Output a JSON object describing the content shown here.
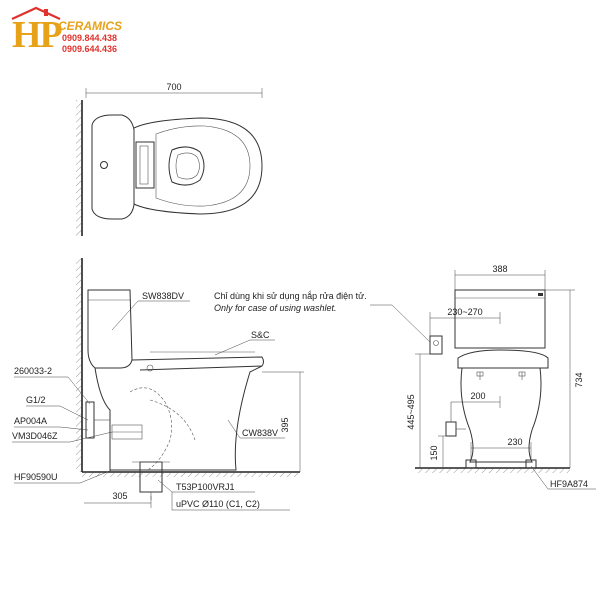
{
  "logo": {
    "mark": "HP",
    "brand": "CERAMICS",
    "phone1": "0909.844.438",
    "phone2": "0909.644.436",
    "colors": {
      "mark": "#e8a21a",
      "phone": "#e0322c"
    }
  },
  "top_view": {
    "width_dim": "700"
  },
  "side_view": {
    "tank_model": "SW838DV",
    "seat_label": "S&C",
    "bowl_model": "CW838V",
    "height_dim": "395",
    "offset_dim": "305",
    "parts": [
      "260033-2",
      "G1/2",
      "AP004A",
      "VM3D046Z",
      "HF90590U"
    ],
    "drain_part": "T53P100VRJ1",
    "drain_spec": "uPVC Ø110 (C1, C2)"
  },
  "note": {
    "vi": "Chỉ dùng khi sử dụng nắp rửa điện tử.",
    "en": "Only for case of using washlet."
  },
  "front_view": {
    "width_dim": "388",
    "outlet_range": "230~270",
    "height_dim": "734",
    "inlet_range": "445~495",
    "inlet_offset": "200",
    "base_dim": "230",
    "floor_dim": "150",
    "foot_part": "HF9A874"
  }
}
